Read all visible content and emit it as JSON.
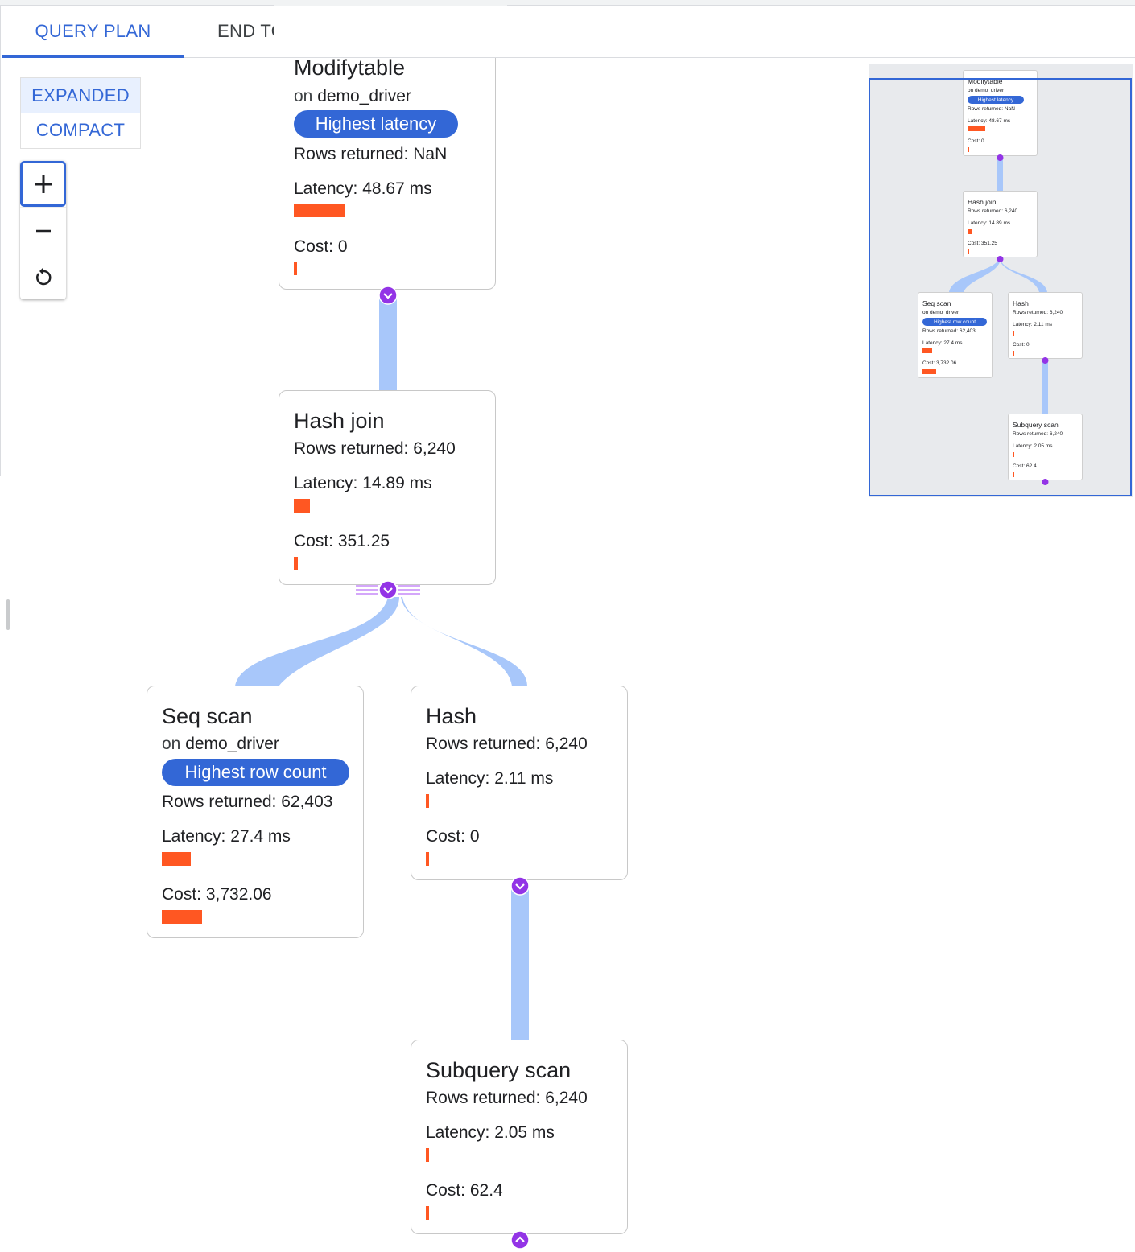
{
  "tabs": [
    {
      "label": "QUERY PLAN",
      "active": true
    },
    {
      "label": "END TO END",
      "active": false
    }
  ],
  "view_toggle": {
    "expanded": "EXPANDED",
    "compact": "COMPACT",
    "selected": "EXPANDED"
  },
  "zoom_controls": {
    "zoom_in_icon": "plus-icon",
    "zoom_out_icon": "minus-icon",
    "reset_icon": "reset-icon"
  },
  "colors": {
    "accent": "#3367d6",
    "bar": "#ff5722",
    "edge": "#a8c7fa",
    "expander": "#9334e6"
  },
  "nodes": {
    "modifytable": {
      "title": "Modifytable",
      "on_prefix": "on",
      "table": "demo_driver",
      "badge": "Highest latency",
      "rows": "Rows returned: NaN",
      "latency": "Latency: 48.67 ms",
      "cost": "Cost: 0"
    },
    "hash_join": {
      "title": "Hash join",
      "rows": "Rows returned: 6,240",
      "latency": "Latency: 14.89 ms",
      "cost": "Cost: 351.25"
    },
    "seq_scan": {
      "title": "Seq scan",
      "on_prefix": "on",
      "table": "demo_driver",
      "badge": "Highest row count",
      "rows": "Rows returned: 62,403",
      "latency": "Latency: 27.4 ms",
      "cost": "Cost: 3,732.06"
    },
    "hash": {
      "title": "Hash",
      "rows": "Rows returned: 6,240",
      "latency": "Latency: 2.11 ms",
      "cost": "Cost: 0"
    },
    "subquery_scan": {
      "title": "Subquery scan",
      "rows": "Rows returned: 6,240",
      "latency": "Latency: 2.05 ms",
      "cost": "Cost: 62.4"
    }
  },
  "minimap": {
    "modifytable": {
      "title": "Modifytable",
      "on": "on demo_driver",
      "badge": "Highest latency",
      "rows": "Rows returned: NaN",
      "latency": "Latency: 48.67 ms",
      "cost": "Cost: 0"
    },
    "hash_join": {
      "title": "Hash join",
      "rows": "Rows returned: 6,240",
      "latency": "Latency: 14.89 ms",
      "cost": "Cost: 351.25"
    },
    "seq_scan": {
      "title": "Seq scan",
      "on": "on demo_driver",
      "badge": "Highest row count",
      "rows": "Rows returned: 62,403",
      "latency": "Latency: 27.4 ms",
      "cost": "Cost: 3,732.06"
    },
    "hash": {
      "title": "Hash",
      "rows": "Rows returned: 6,240",
      "latency": "Latency: 2.11 ms",
      "cost": "Cost: 0"
    },
    "subquery_scan": {
      "title": "Subquery scan",
      "rows": "Rows returned: 6,240",
      "latency": "Latency: 2.05 ms",
      "cost": "Cost: 62.4"
    }
  }
}
